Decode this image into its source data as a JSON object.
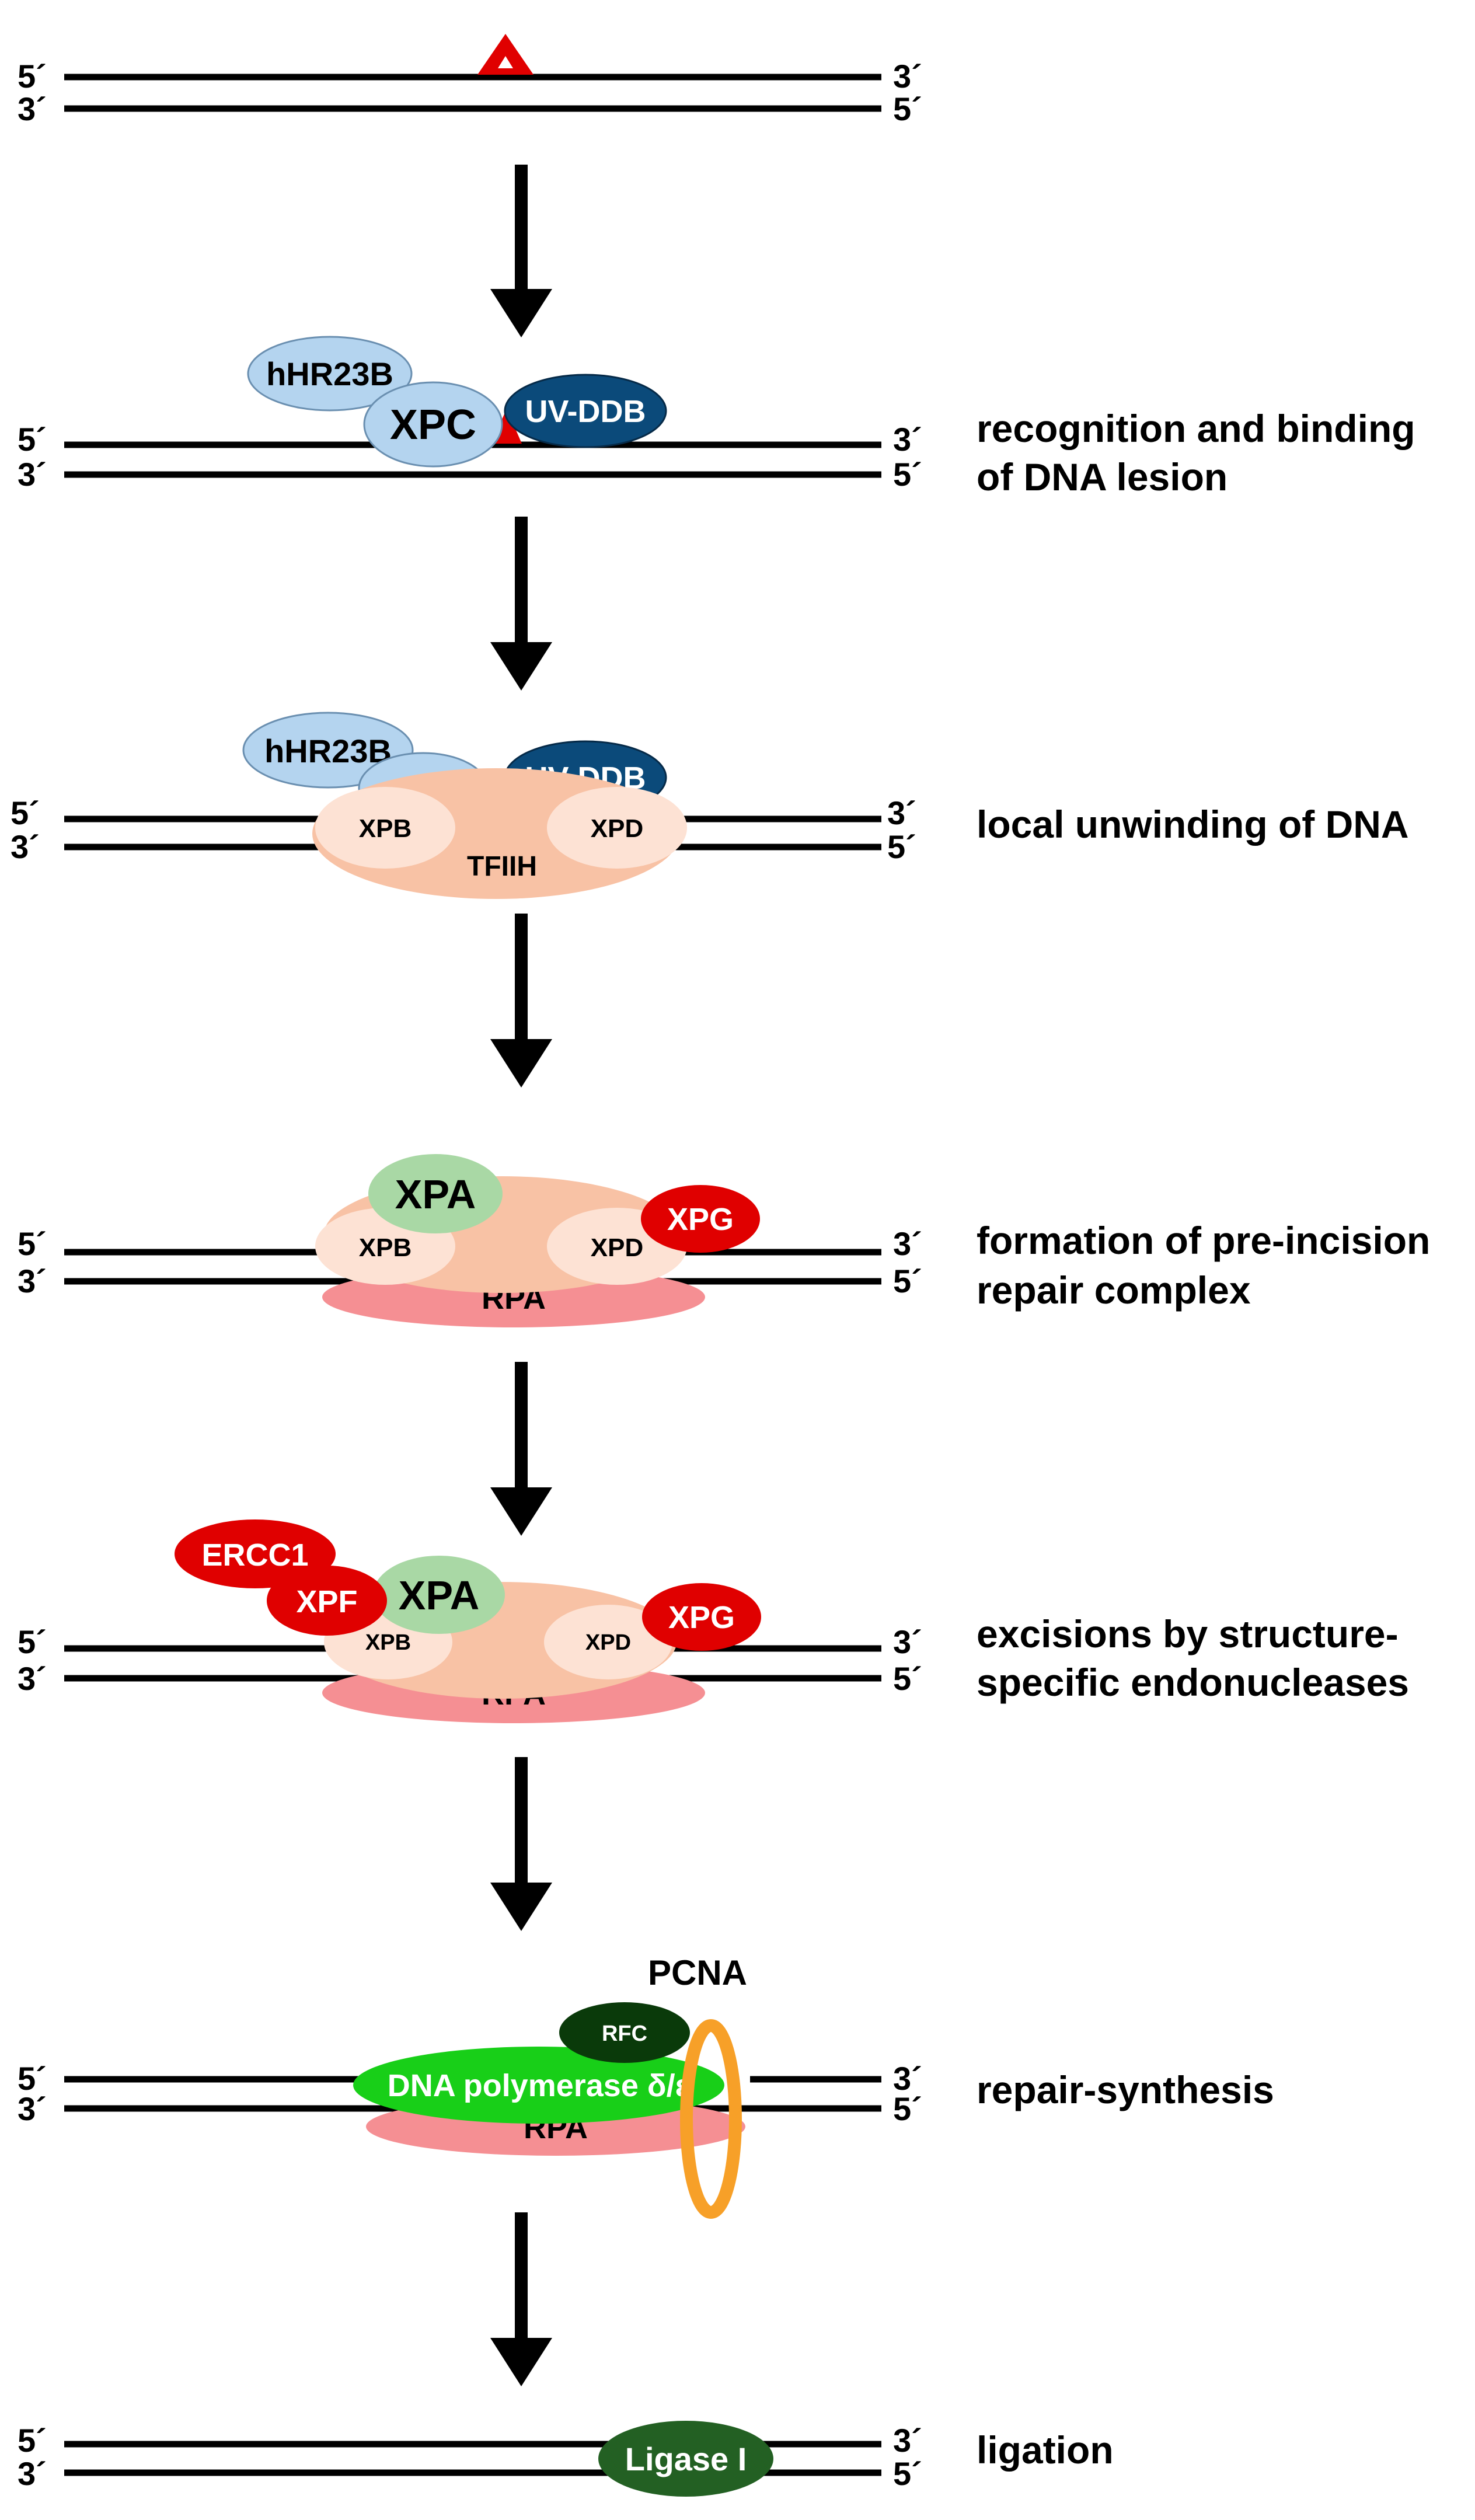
{
  "strand_ends": {
    "top_left": "5´",
    "top_right": "3´",
    "bottom_left": "3´",
    "bottom_right": "5´"
  },
  "colors": {
    "lesion": "#e00000",
    "light_blue": "#b4d4ef",
    "dark_blue": "#0b4a7a",
    "tfiih": "#f8c2a5",
    "tfiih_sub": "#fde2d4",
    "xpa": "#a9d8a5",
    "red": "#e00000",
    "rpa": "#f58f93",
    "green": "#18cf18",
    "dark_green": "#0a3a0a",
    "ligase": "#236023",
    "orange": "#f7a028"
  },
  "steps": [
    {
      "labels": []
    },
    {
      "labels": [
        "recognition and binding",
        "of DNA lesion"
      ],
      "proteins": {
        "hhr23b": "hHR23B",
        "xpc": "XPC",
        "uvddb": "UV-DDB"
      }
    },
    {
      "labels": [
        "local unwinding of DNA"
      ],
      "proteins": {
        "hhr23b": "hHR23B",
        "uvddb": "UV-DDB",
        "xpb": "XPB",
        "xpd": "XPD",
        "tfiih": "TFIIH"
      }
    },
    {
      "labels": [
        "formation of pre-incision",
        "repair complex"
      ],
      "proteins": {
        "xpa": "XPA",
        "xpb": "XPB",
        "xpd": "XPD",
        "xpg": "XPG",
        "rpa": "RPA"
      }
    },
    {
      "labels": [
        "excisions by structure-",
        "specific endonucleases"
      ],
      "proteins": {
        "ercc1": "ERCC1",
        "xpf": "XPF",
        "xpa": "XPA",
        "xpb": "XPB",
        "xpd": "XPD",
        "xpg": "XPG",
        "rpa": "RPA"
      }
    },
    {
      "labels": [
        "repair-synthesis"
      ],
      "proteins": {
        "pcna": "PCNA",
        "rfc": "RFC",
        "polymerase": "DNA polymerase δ/ε",
        "rpa": "RPA"
      }
    },
    {
      "labels": [
        "ligation"
      ],
      "proteins": {
        "ligase": "Ligase I"
      }
    }
  ]
}
